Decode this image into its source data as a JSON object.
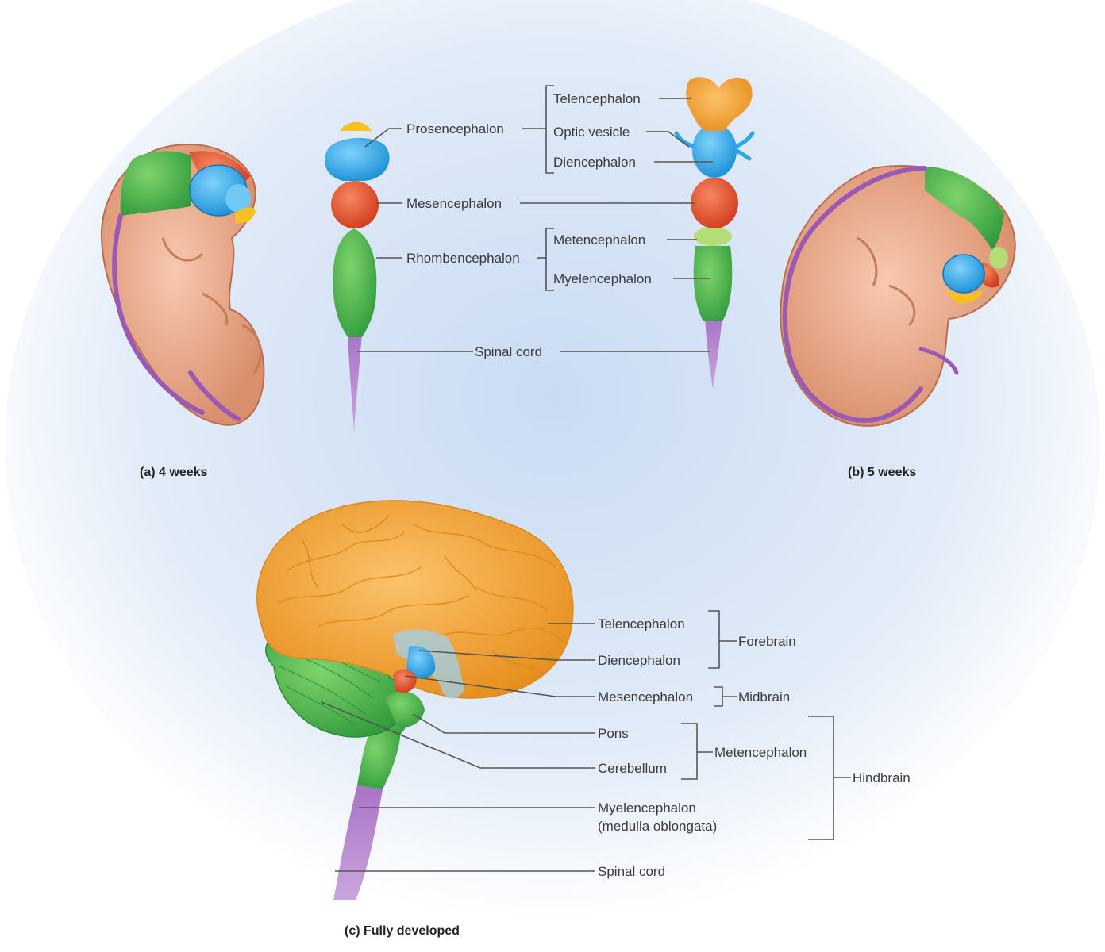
{
  "captions": {
    "a": "(a)  4 weeks",
    "b": "(b)  5 weeks",
    "c": "(c)  Fully developed"
  },
  "labels_top": {
    "prosencephalon": "Prosencephalon",
    "mesencephalon": "Mesencephalon",
    "rhombencephalon": "Rhombencephalon",
    "telencephalon": "Telencephalon",
    "optic_vesicle": "Optic vesicle",
    "diencephalon": "Diencephalon",
    "metencephalon": "Metencephalon",
    "myelencephalon": "Myelencephalon",
    "spinal_cord": "Spinal cord"
  },
  "labels_bottom": {
    "telencephalon": "Telencephalon",
    "diencephalon": "Diencephalon",
    "mesencephalon": "Mesencephalon",
    "pons": "Pons",
    "cerebellum": "Cerebellum",
    "myelencephalon": "Myelencephalon",
    "medulla": "(medulla oblongata)",
    "spinal_cord": "Spinal cord",
    "forebrain": "Forebrain",
    "midbrain": "Midbrain",
    "metencephalon": "Metencephalon",
    "hindbrain": "Hindbrain"
  },
  "colors": {
    "telencephalon": "#f5a623",
    "diencephalon": "#2aa7e8",
    "mesencephalon": "#e8522a",
    "metencephalon": "#a6d36a",
    "myelencephalon": "#3eb34a",
    "spinal_cord": "#9b59b6",
    "embryo_skin": "#f2b79a",
    "background_glow": "#dbe7f7"
  }
}
